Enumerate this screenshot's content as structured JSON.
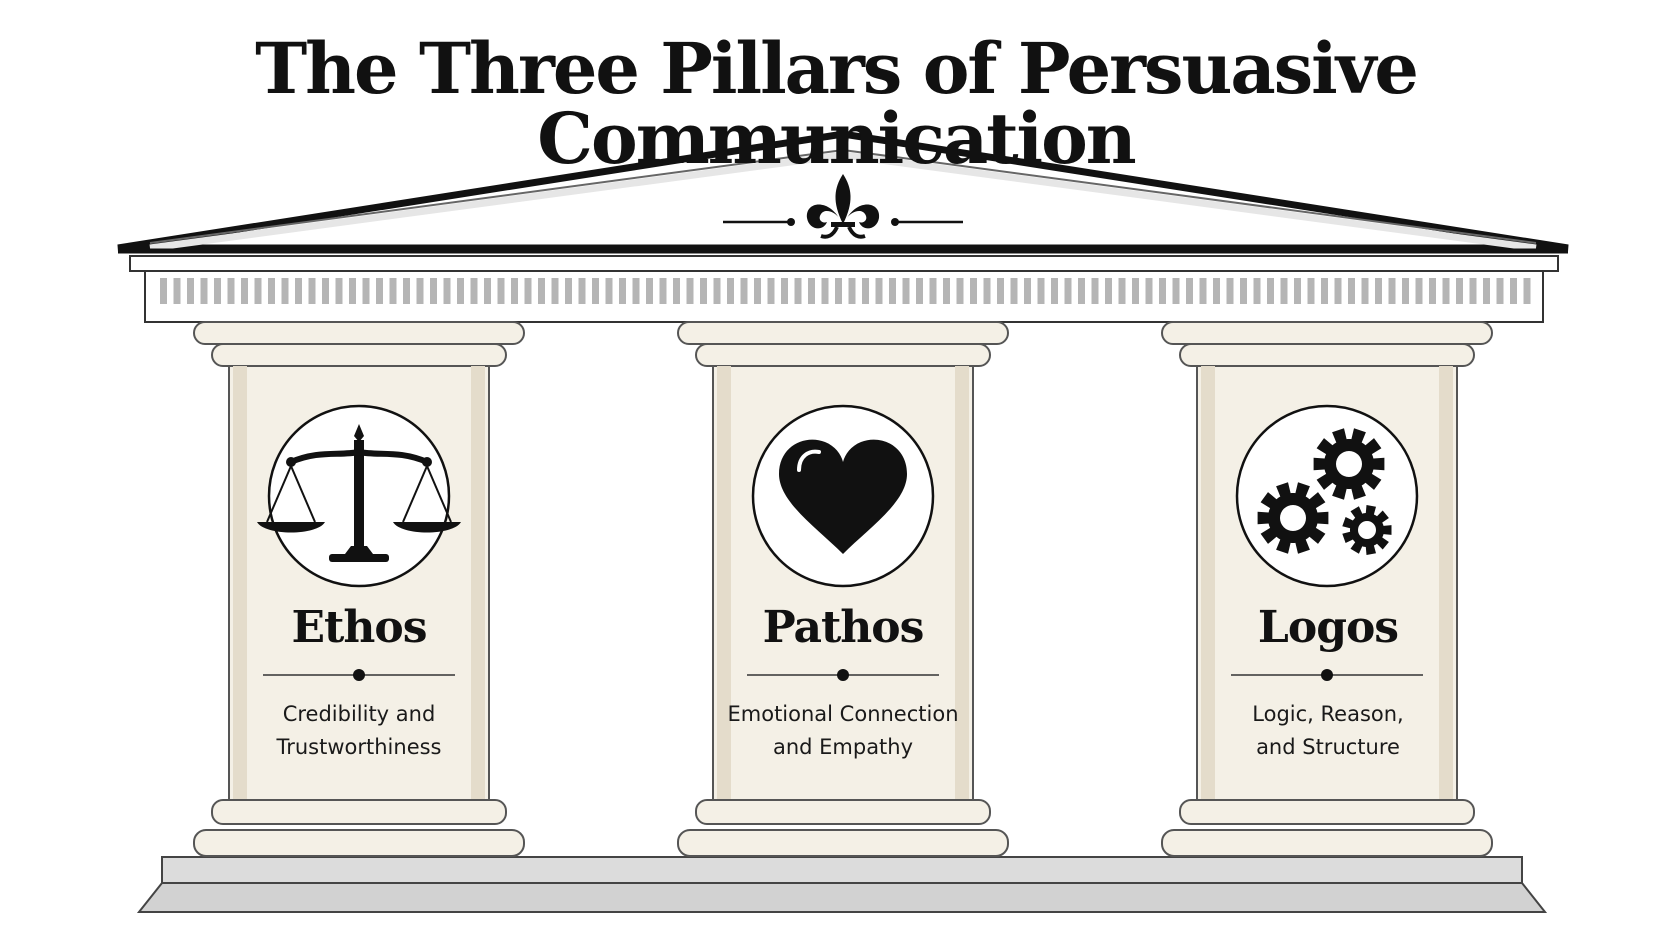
{
  "title": "The Three Pillars of Persuasive Communication",
  "colors": {
    "ink": "#111111",
    "column": "#f4f0e6",
    "column_shadow": "#e4dccb",
    "base": "#d9d9d9",
    "dentil": "#b5b5b5"
  },
  "pillars": [
    {
      "name": "Ethos",
      "icon": "scales-icon",
      "description": [
        "Credibility and",
        "Trustworthiness"
      ]
    },
    {
      "name": "Pathos",
      "icon": "heart-icon",
      "description": [
        "Emotional Connection",
        "and Empathy"
      ]
    },
    {
      "name": "Logos",
      "icon": "gears-icon",
      "description": [
        "Logic, Reason,",
        "and Structure"
      ]
    }
  ]
}
